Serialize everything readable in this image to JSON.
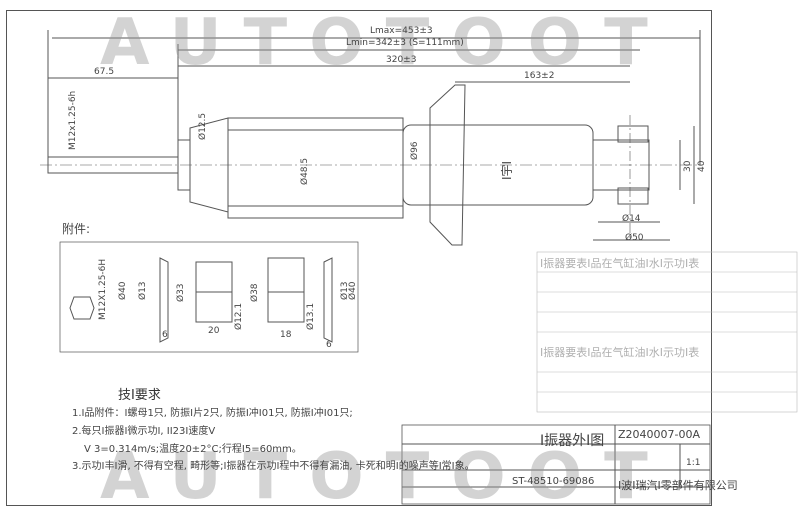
{
  "dimensions": {
    "lmax": "Lmax=453±3",
    "lmin": "Lmin=342±3 (S=111mm)",
    "d320": "320±3",
    "d163": "163±2",
    "d67": "67.5",
    "thread": "M12x1.25-6h",
    "d12_5": "Ø12.5",
    "d48_5": "Ø48.5",
    "d96": "Ø96",
    "d30": "30",
    "d40": "40",
    "d14": "Ø14",
    "d50": "Ø50",
    "body_mark": "Ⅰ宇Ⅰ"
  },
  "accessories": {
    "title": "附件:",
    "thread": "M12X1.25-6H",
    "d40a": "Ø40",
    "d13a": "Ø13",
    "w6a": "6",
    "d33": "Ø33",
    "w20": "20",
    "d12_1": "Ø12.1",
    "d38": "Ø38",
    "w18": "18",
    "d13_1": "Ø13.1",
    "d13b": "Ø13",
    "d40b": "Ø40",
    "w6b": "6"
  },
  "watermark": {
    "top": "AUTOTOOT",
    "bottom": "AUTOTOOT"
  },
  "technical": {
    "title": "技Ⅰ要求",
    "line1": "1.Ⅰ品附件：Ⅰ螺母1只, 防振Ⅰ片2只, 防振Ⅰ冲Ⅰ01只, 防振Ⅰ冲Ⅰ01只;",
    "line2": "2.每只Ⅰ振器Ⅰ微示功Ⅰ, ⅠⅠ23Ⅰ速度V",
    "line3": "V    3=0.314m/s;温度20±2°C;行程Ⅰ5=60mm。",
    "line4": "3.示功Ⅰ丰Ⅰ滑, 不得有空程, 畸形等;Ⅰ振器在示功Ⅰ程中不得有漏油, 卡死和明Ⅰ的噪声等Ⅰ常Ⅰ象。"
  },
  "title_block": {
    "name": "Ⅰ振器外Ⅰ图",
    "part_no": "Z2040007-00A",
    "scale": "1:1",
    "drawing_no": "ST-48510-69086",
    "company": "Ⅰ波Ⅰ瑞汽Ⅰ零部件有限公司"
  },
  "ghost_text": {
    "g1": "Ⅰ振器要表Ⅰ品在气缸油Ⅰ水Ⅰ示功Ⅰ表",
    "g2": "Ⅰ振器要表Ⅰ品在气缸油Ⅰ水Ⅰ示功Ⅰ表"
  },
  "colors": {
    "line": "#555555",
    "watermark": "#969696"
  }
}
